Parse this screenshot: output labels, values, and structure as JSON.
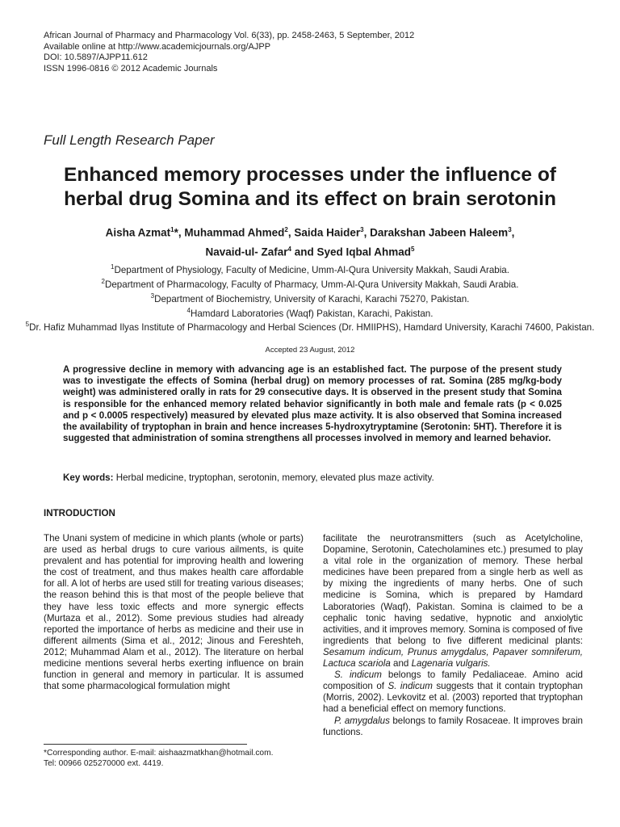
{
  "journal_info": {
    "line1": "African Journal of Pharmacy and Pharmacology Vol. 6(33), pp. 2458-2463, 5 September, 2012",
    "line2": "Available online at http://www.academicjournals.org/AJPP",
    "line3": "DOI: 10.5897/AJPP11.612",
    "line4": "ISSN 1996-0816 © 2012 Academic Journals"
  },
  "paper_type": "Full Length Research Paper",
  "title": {
    "line1": "Enhanced memory processes under the influence of",
    "line2": "herbal drug Somina and its effect on brain serotonin"
  },
  "authors": [
    {
      "name": "Aisha Azmat",
      "sup": "1",
      "mark": "*",
      "sep": ", "
    },
    {
      "name": "Muhammad Ahmed",
      "sup": "2",
      "mark": "",
      "sep": ", "
    },
    {
      "name": "Saida Haider",
      "sup": "3",
      "mark": "",
      "sep": ", "
    },
    {
      "name": "Darakshan Jabeen Haleem",
      "sup": "3",
      "mark": "",
      "sep": ","
    },
    {
      "name": "Navaid-ul- Zafar",
      "sup": "4",
      "mark": "",
      "sep": " and "
    },
    {
      "name": "Syed Iqbal Ahmad",
      "sup": "5",
      "mark": "",
      "sep": ""
    }
  ],
  "affiliations": [
    {
      "sup": "1",
      "text": "Department of Physiology, Faculty of Medicine, Umm-Al-Qura University Makkah, Saudi Arabia."
    },
    {
      "sup": "2",
      "text": "Department of Pharmacology, Faculty of Pharmacy, Umm-Al-Qura University Makkah, Saudi Arabia."
    },
    {
      "sup": "3",
      "text": "Department of Biochemistry, University of Karachi, Karachi 75270, Pakistan."
    },
    {
      "sup": "4",
      "text": "Hamdard Laboratories (Waqf) Pakistan, Karachi, Pakistan."
    },
    {
      "sup": "5",
      "text": "Dr. Hafiz Muhammad Ilyas Institute of Pharmacology and Herbal Sciences (Dr. HMIIPHS), Hamdard University, Karachi 74600, Pakistan."
    }
  ],
  "accepted": "Accepted 23 August, 2012",
  "abstract": "A progressive decline in memory with advancing age is an established fact. The purpose of the present study was to investigate the effects of Somina (herbal drug) on memory processes of rat. Somina (285 mg/kg-body weight) was administered orally in rats for 29 consecutive days. It is observed in the present study that Somina is responsible for the enhanced memory related behavior significantly in both male and female rats (p < 0.025 and p < 0.0005 respectively) measured by elevated plus maze activity. It is also observed that Somina increased the availability of tryptophan in brain and hence increases 5-hydroxytryptamine (Serotonin: 5HT). Therefore it is suggested that administration of somina strengthens all processes involved in memory and learned behavior.",
  "keywords": {
    "label": "Key words:",
    "text": "Herbal medicine, tryptophan, serotonin, memory, elevated plus maze activity."
  },
  "introduction": {
    "heading": "INTRODUCTION",
    "left_paragraph": "The Unani system of medicine in which plants (whole or parts) are used as herbal drugs to cure various ailments, is quite prevalent and has potential for improving health and lowering the cost of treatment, and thus makes health care affordable for all. A lot of herbs are used still for treating various diseases; the reason behind this is that most of the people believe that they have less toxic effects and more synergic effects (Murtaza et al., 2012). Some previous studies had already reported the importance of herbs as medicine and their use in different ailments (Sima et al., 2012; Jinous and Fereshteh, 2012; Muhammad Alam et al., 2012). The literature on herbal medicine mentions several herbs exerting influence on brain function in general and memory in particular. It is assumed that some pharmacological formulation might",
    "right_p1_a": "facilitate the neurotransmitters (such as Acetylcholine, Dopamine, Serotonin, Catecholamines etc.) presumed to play a vital role in the organization of memory. These herbal medicines have been prepared from a single herb as well as by mixing the ingredients of many herbs. One of such medicine is Somina, which is prepared by Hamdard Laboratories (Waqf), Pakistan. Somina is claimed to be a cephalic tonic having sedative, hypnotic and anxiolytic activities, and it improves memory. Somina is composed of five ingredients that belong to five different medicinal plants: ",
    "right_p1_species": "Sesamum indicum, Prunus amygdalus, Papaver somniferum, Lactuca scariola",
    "right_p1_and": " and ",
    "right_p1_last_species": "Lagenaria vulgaris.",
    "right_p2_species": "S. indicum",
    "right_p2_a": " belongs to family Pedaliaceae. Amino acid composition of ",
    "right_p2_species2": "S. indicum",
    "right_p2_b": " suggests that it contain tryptophan (Morris, 2002). Levkovitz et al. (2003) reported that tryptophan had a beneficial effect on memory functions.",
    "right_p3_species": "P. amygdalus",
    "right_p3_a": " belongs to family Rosaceae. It improves brain functions."
  },
  "footnote": {
    "line1": "*Corresponding author. E-mail: aishaazmatkhan@hotmail.com.",
    "line2": "Tel: 00966 025270000 ext. 4419."
  }
}
